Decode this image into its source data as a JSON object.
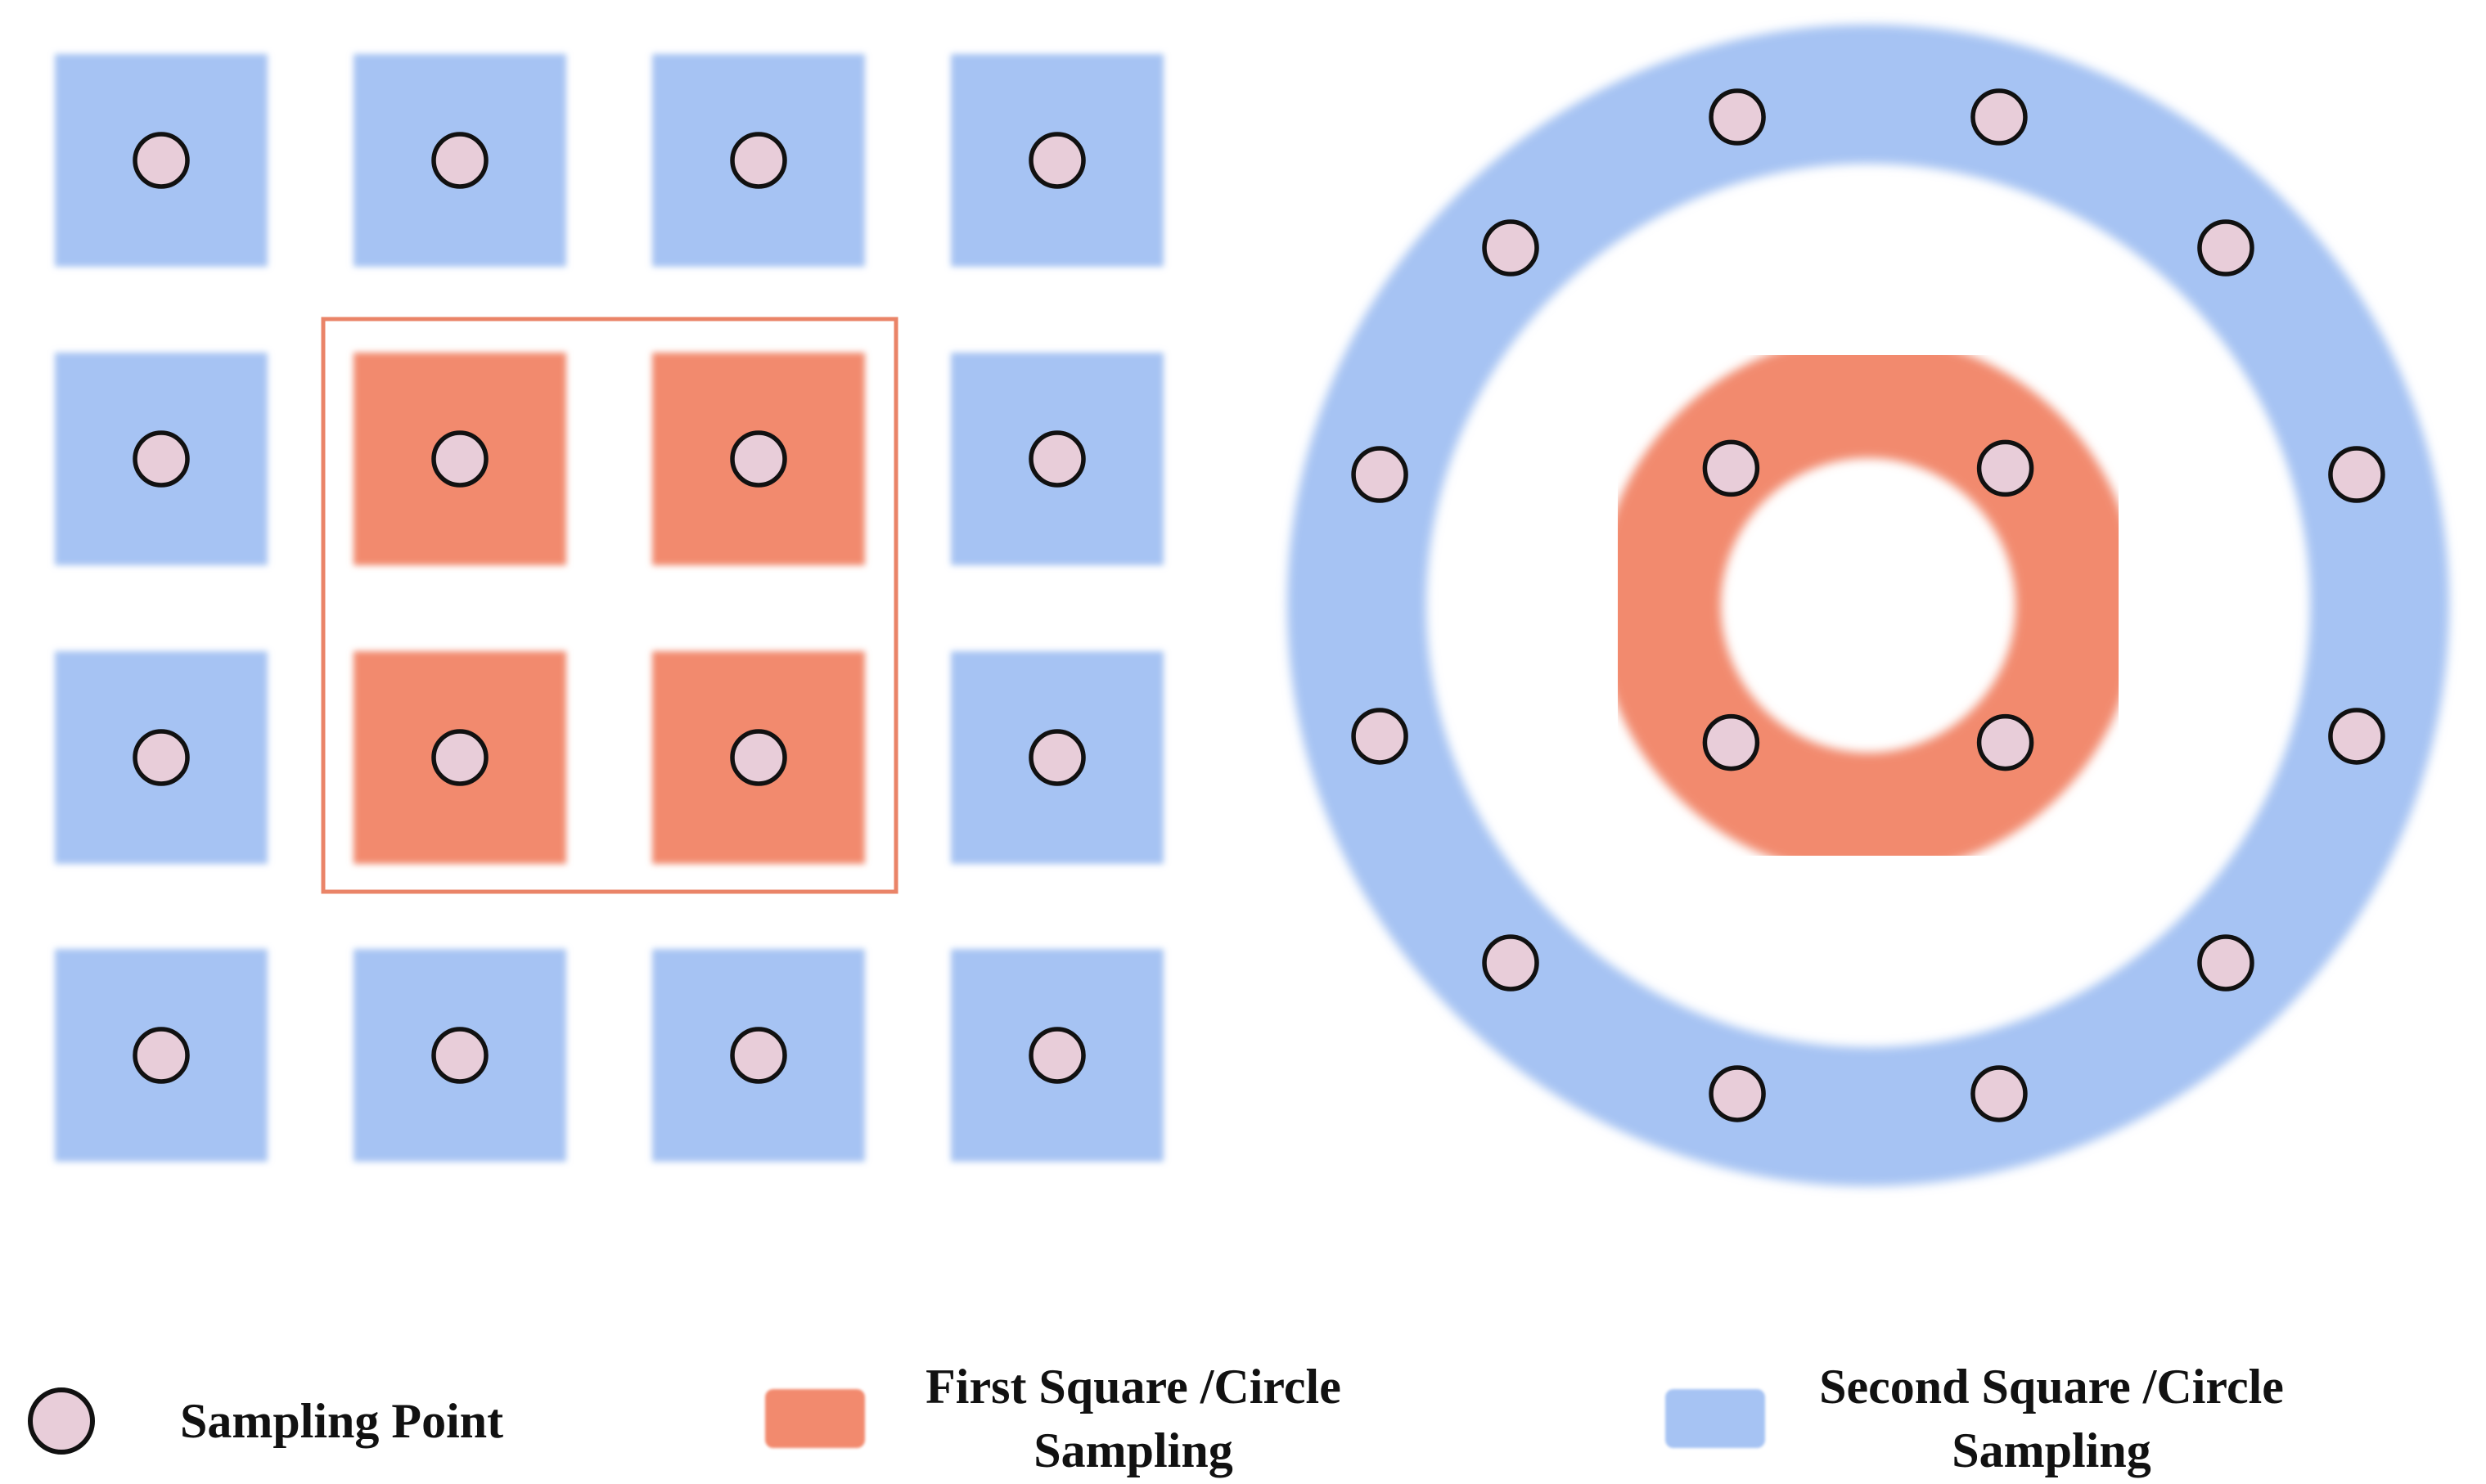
{
  "colors": {
    "first": "#f28a6e",
    "second": "#a6c3f3",
    "point_fill": "#e8cdd9",
    "point_stroke": "#111111",
    "highlight_box": "#ea8468"
  },
  "square_grid": {
    "rows": 4,
    "cols": 4,
    "first_cells": [
      [
        1,
        1
      ],
      [
        1,
        2
      ],
      [
        2,
        1
      ],
      [
        2,
        2
      ]
    ]
  },
  "circle_pattern": {
    "first_ring_points": 4,
    "second_ring_points": 12
  },
  "legend": {
    "sampling_point": "Sampling Point",
    "first": "First Square /Circle\nSampling",
    "second": "Second Square /Circle\nSampling"
  }
}
